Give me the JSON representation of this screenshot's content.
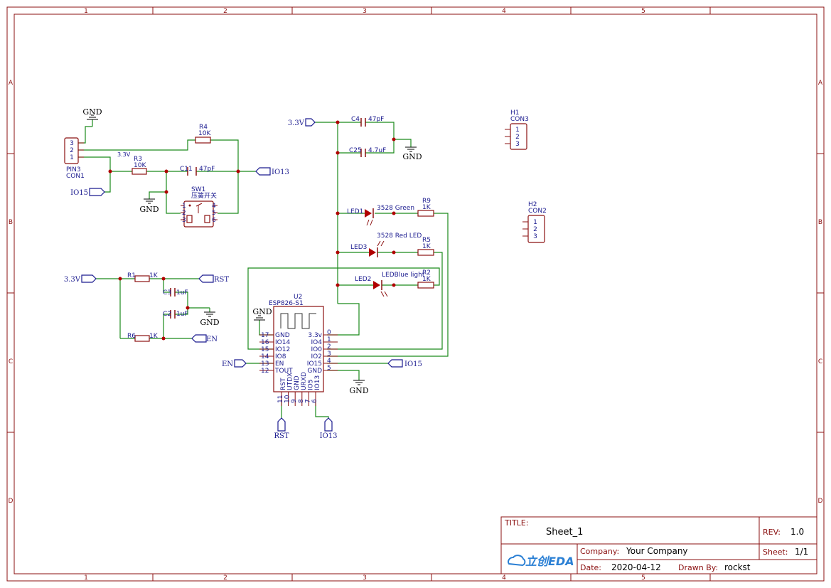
{
  "frame": {
    "zones_top": [
      "1",
      "2",
      "3",
      "4",
      "5"
    ],
    "zones_bottom": [
      "1",
      "2",
      "3",
      "4",
      "5"
    ],
    "zones_left": [
      "A",
      "B",
      "C",
      "D"
    ],
    "zones_right": [
      "A",
      "B",
      "C",
      "D"
    ]
  },
  "title_block": {
    "title_label": "TITLE:",
    "title": "Sheet_1",
    "rev_label": "REV:",
    "rev": "1.0",
    "company_label": "Company:",
    "company": "Your Company",
    "sheet_label": "Sheet:",
    "sheet": "1/1",
    "date_label": "Date:",
    "date": "2020-04-12",
    "drawn_label": "Drawn By:",
    "drawn_by": "rockst",
    "logo_text": "立创EDA"
  },
  "components": {
    "pin3": {
      "ref": "PIN3",
      "name": "CON1",
      "pins": [
        "3",
        "2",
        "1"
      ]
    },
    "h1": {
      "ref": "H1",
      "name": "CON3",
      "pins": [
        "1",
        "2",
        "3"
      ]
    },
    "h2": {
      "ref": "H2",
      "name": "CON2",
      "pins": [
        "1",
        "2",
        "3"
      ]
    },
    "r4": {
      "ref": "R4",
      "value": "10K"
    },
    "r3": {
      "ref": "R3",
      "value": "10K"
    },
    "r1": {
      "ref": "R1",
      "value": "1K"
    },
    "r6": {
      "ref": "R6",
      "value": "1K"
    },
    "r9": {
      "ref": "R9",
      "value": "1K"
    },
    "r5": {
      "ref": "R5",
      "value": "1K"
    },
    "r2": {
      "ref": "R2",
      "value": "1K"
    },
    "c11": {
      "ref": "C11",
      "value": "47pF"
    },
    "c4": {
      "ref": "C4",
      "value": "47pF"
    },
    "c25": {
      "ref": "C25",
      "value": "4.7uF"
    },
    "c3": {
      "ref": "C3",
      "value": "1uF"
    },
    "c2": {
      "ref": "C2",
      "value": "1uF"
    },
    "sw1": {
      "ref": "SW1",
      "value": "压簧开关",
      "pins": [
        "1",
        "2",
        "3",
        "4",
        "5",
        "6"
      ]
    },
    "led1": {
      "ref": "LED1",
      "value": "3528 Green"
    },
    "led3": {
      "ref": "LED3",
      "value": "3528 Red LED"
    },
    "led2": {
      "ref": "LED2",
      "value": "LEDBlue light"
    },
    "u2": {
      "ref": "U2",
      "name": "ESP826-S1",
      "left_pins": [
        {
          "num": "17",
          "name": "GND"
        },
        {
          "num": "16",
          "name": "IO14"
        },
        {
          "num": "15",
          "name": "IO12"
        },
        {
          "num": "14",
          "name": "IO8"
        },
        {
          "num": "13",
          "name": "EN"
        },
        {
          "num": "12",
          "name": "TOUT"
        }
      ],
      "right_pins": [
        {
          "num": "0",
          "name": "3.3v"
        },
        {
          "num": "1",
          "name": "IO4"
        },
        {
          "num": "2",
          "name": "IO0"
        },
        {
          "num": "3",
          "name": "IO2"
        },
        {
          "num": "4",
          "name": "IO15"
        },
        {
          "num": "5",
          "name": "GND"
        }
      ],
      "bottom_pins": [
        {
          "num": "11",
          "name": "RST"
        },
        {
          "num": "10",
          "name": "UTDX"
        },
        {
          "num": "9",
          "name": "GND"
        },
        {
          "num": "8",
          "name": "URXD"
        },
        {
          "num": "7",
          "name": "IO5"
        },
        {
          "num": "6",
          "name": "IO13"
        }
      ]
    }
  },
  "nets": {
    "gnd": "GND",
    "v33": "3.3V",
    "io15": "IO15",
    "io13": "IO13",
    "rst": "RST",
    "en": "EN"
  }
}
